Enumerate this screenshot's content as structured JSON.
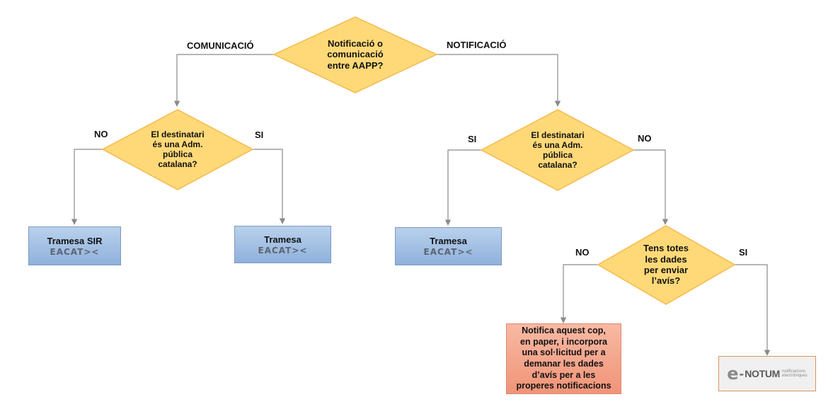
{
  "diagram": {
    "decisions": {
      "root": [
        "Notificació o",
        "comunicació",
        "entre AAPP?"
      ],
      "left": [
        "El destinatari",
        "és una Adm.",
        "pública",
        "catalana?"
      ],
      "middle": [
        "El destinatari",
        "és una Adm.",
        "pública",
        "catalana?"
      ],
      "right": [
        "Tens totes",
        "les dades",
        "per enviar",
        "l’avís?"
      ]
    },
    "edge_labels": {
      "root_left": "COMUNICACIÓ",
      "root_right": "NOTIFICACIÓ",
      "left_no": "NO",
      "left_si": "SI",
      "middle_si": "SI",
      "middle_no": "NO",
      "right_no": "NO",
      "right_si": "SI"
    },
    "outcomes": {
      "tramesa_sir": {
        "label": "Tramesa SIR",
        "logo": "EACAT><"
      },
      "tramesa_1": {
        "label": "Tramesa",
        "logo": "EACAT><"
      },
      "tramesa_2": {
        "label": "Tramesa",
        "logo": "EACAT><"
      },
      "paper": [
        "Notifica aquest cop,",
        "en paper, i incorpora",
        "una sol·licitud per a",
        "demanar les dades",
        "d’avís per a les",
        "properes notificacions"
      ],
      "enotum": {
        "e": "e",
        "dash": "-",
        "word": "NOTUM",
        "sub": [
          "notificacions",
          "electròniques"
        ]
      }
    },
    "colors": {
      "decision_fill": "#ffd978",
      "decision_border": "#f5b94d",
      "connector": "#8a8a8a"
    }
  }
}
